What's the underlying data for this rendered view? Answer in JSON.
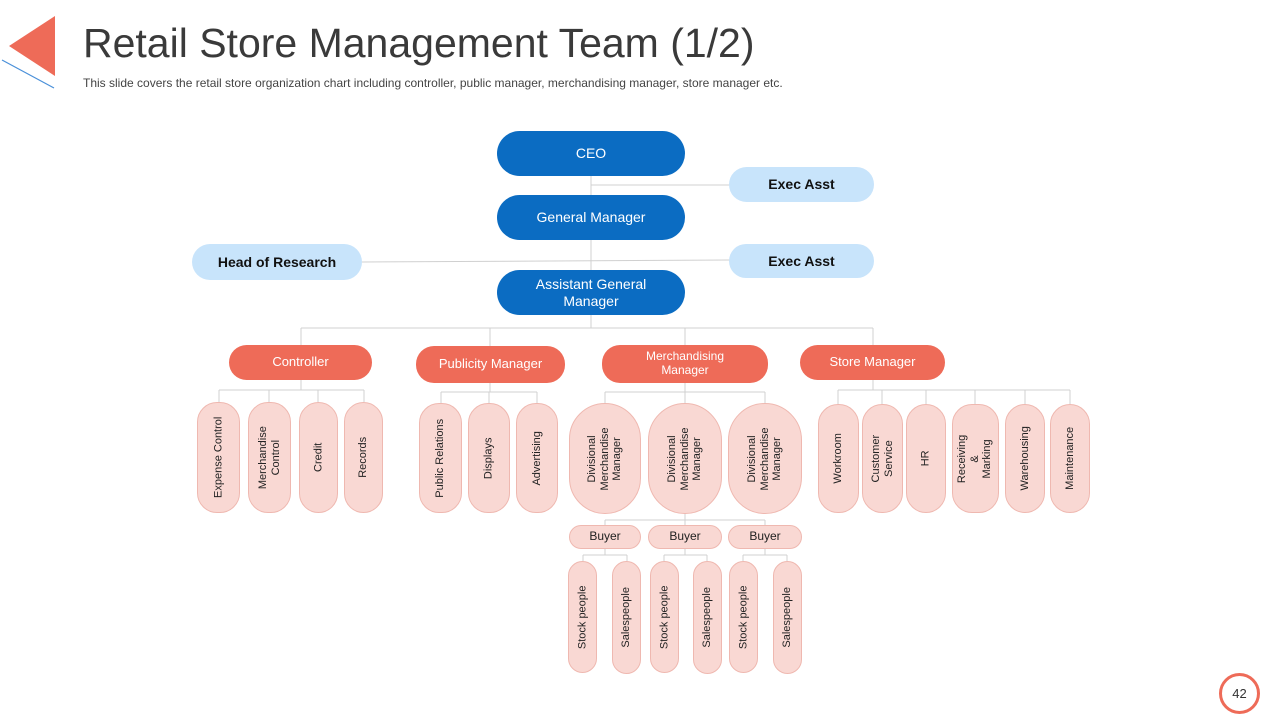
{
  "slide": {
    "title": "Retail Store Management Team (1/2)",
    "subtitle": "This slide covers the retail store organization chart including  controller, public manager, merchandising manager, store manager etc.",
    "page_number": "42"
  },
  "org": {
    "ceo": "CEO",
    "general_manager": "General Manager",
    "assistant_gm": "Assistant General Manager",
    "exec_asst_1": "Exec Asst",
    "exec_asst_2": "Exec Asst",
    "head_of_research": "Head of Research",
    "managers": [
      "Controller",
      "Publicity Manager",
      "Merchandising Manager",
      "Store Manager"
    ],
    "controller_units": [
      "Expense Control",
      "Merchandise Control",
      "Credit",
      "Records"
    ],
    "publicity_units": [
      "Public Relations",
      "Displays",
      "Advertising"
    ],
    "merch_units": [
      "Divisional Merchandise Manager",
      "Divisional Merchandise Manager",
      "Divisional Merchandise Manager"
    ],
    "buyers": [
      "Buyer",
      "Buyer",
      "Buyer"
    ],
    "staff": [
      "Stock people",
      "Salespeople",
      "Stock people",
      "Salespeople",
      "Stock people",
      "Salespeople"
    ],
    "store_units": [
      "Workroom",
      "Customer Service",
      "HR",
      "Receiving & Marking",
      "Warehousing",
      "Maintenance"
    ]
  },
  "colors": {
    "accent": "#EE6B58",
    "primary_blue": "#0B6CC2",
    "light_blue": "#C8E4FB",
    "light_pink": "#F9D8D3"
  }
}
